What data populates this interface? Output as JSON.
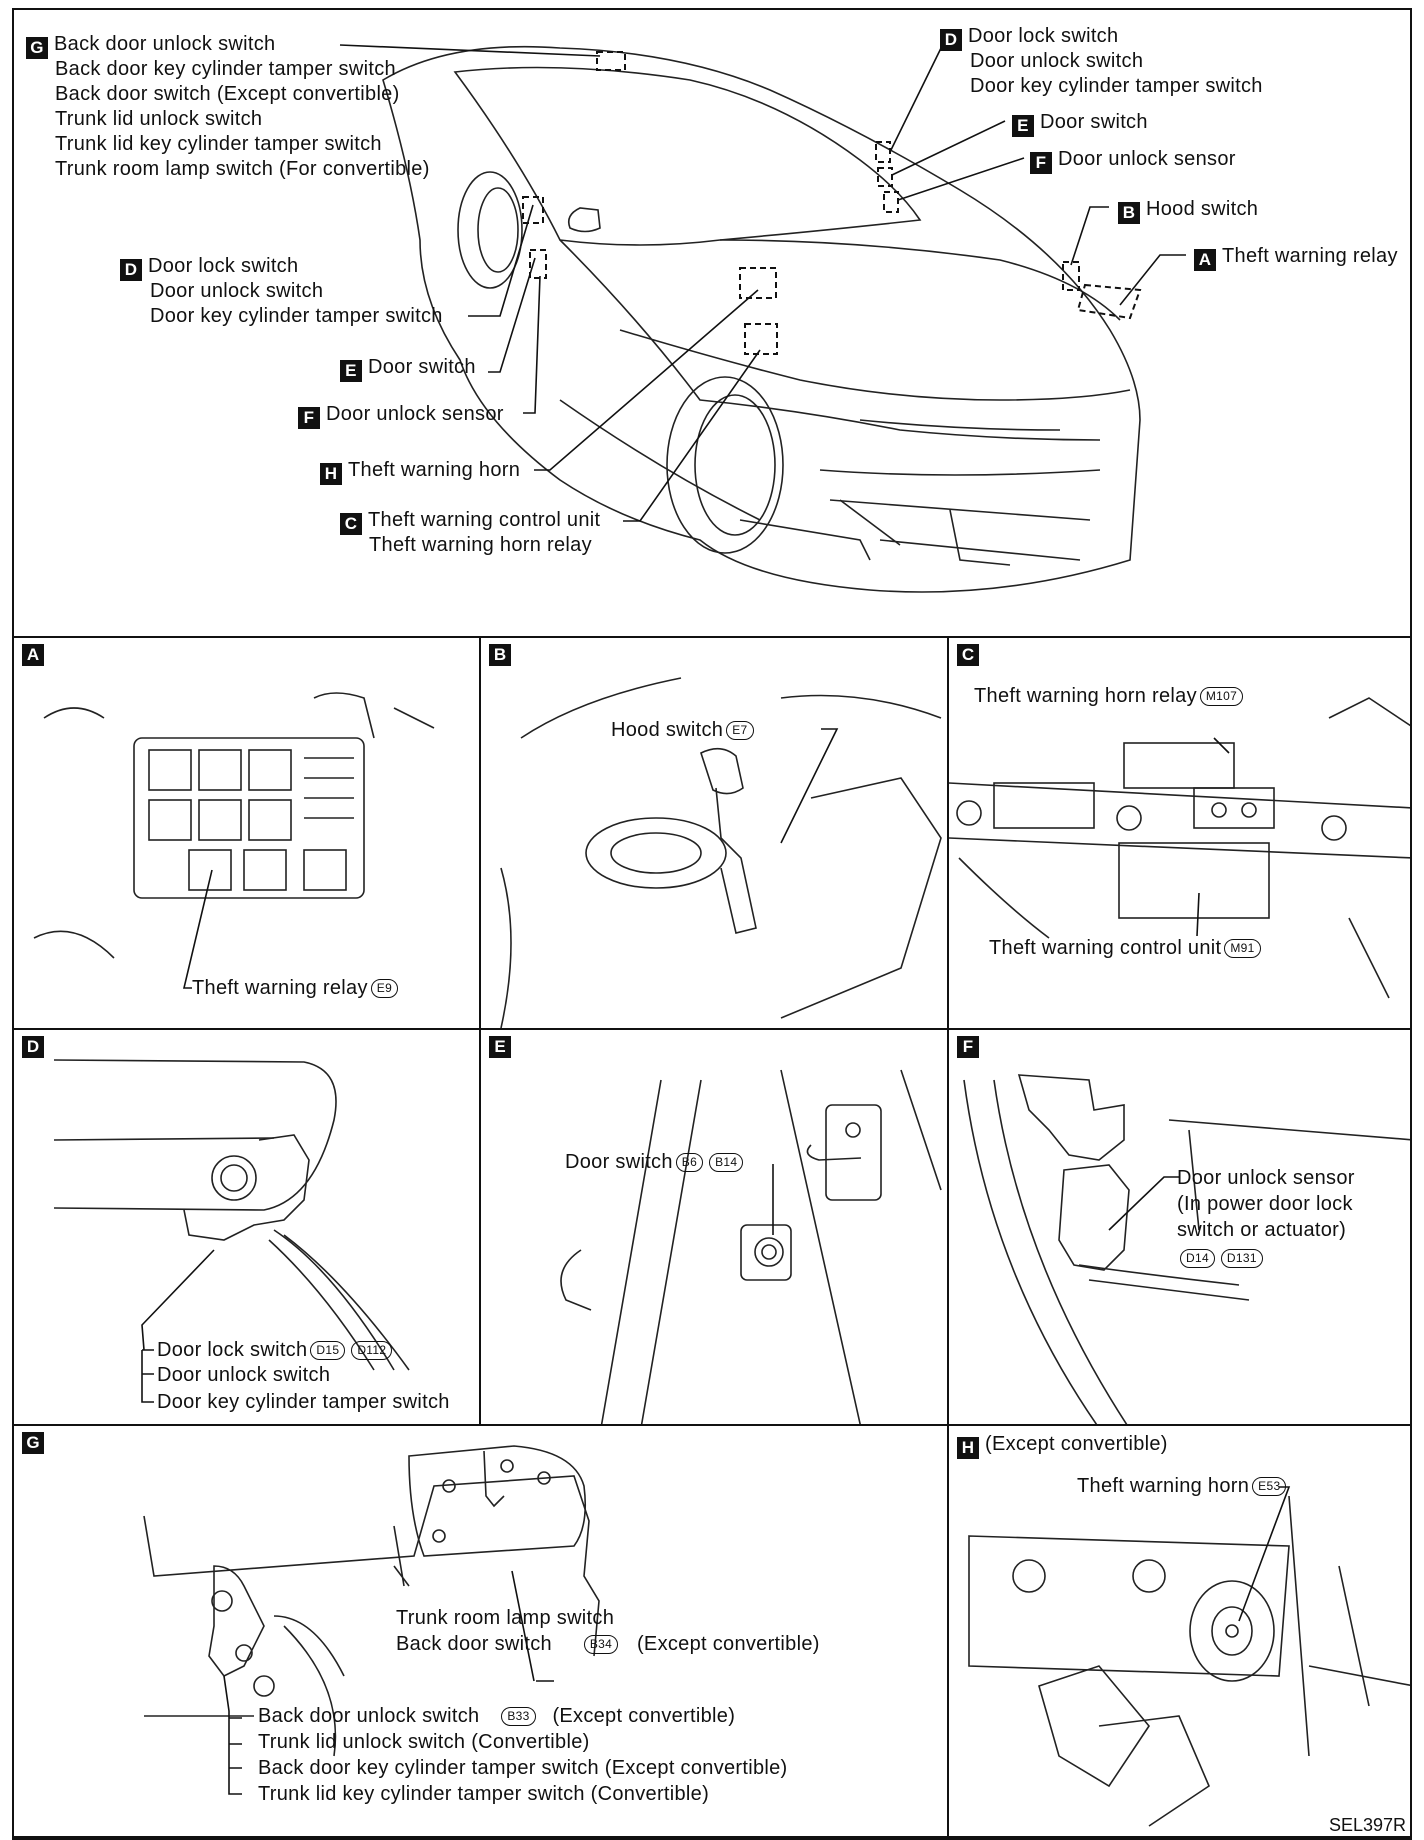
{
  "overview": {
    "g_label": "G",
    "g_lines": [
      "Back door unlock switch",
      "Back door key cylinder tamper switch",
      "Back door switch (Except convertible)",
      "Trunk lid unlock switch",
      "Trunk lid key cylinder tamper switch",
      "Trunk room lamp switch (For convertible)"
    ],
    "d_label": "D",
    "d_lines": [
      "Door lock switch",
      "Door unlock switch",
      "Door key cylinder tamper switch"
    ],
    "e_label": "E",
    "e_text": "Door switch",
    "f_label": "F",
    "f_text": "Door unlock sensor",
    "b_label": "B",
    "b_text": "Hood switch",
    "a_label": "A",
    "a_text": "Theft warning relay",
    "h_label": "H",
    "h_text": "Theft warning horn",
    "c_label": "C",
    "c_lines": [
      "Theft warning control unit",
      "Theft warning horn relay"
    ]
  },
  "panels": {
    "a": {
      "label": "A",
      "text": "Theft warning relay",
      "conn": "E9"
    },
    "b": {
      "label": "B",
      "text": "Hood switch",
      "conn": "E7"
    },
    "c": {
      "label": "C",
      "relay_text": "Theft warning horn relay",
      "relay_conn": "M107",
      "unit_text": "Theft warning control unit",
      "unit_conn": "M91"
    },
    "d": {
      "label": "D",
      "lines": [
        "Door lock switch",
        "Door unlock switch",
        "Door key cylinder tamper switch"
      ],
      "conn1": "D15",
      "conn2": "D112"
    },
    "e": {
      "label": "E",
      "text": "Door switch",
      "conn1": "B6",
      "conn2": "B14"
    },
    "f": {
      "label": "F",
      "lines": [
        "Door unlock sensor",
        "(In power door lock",
        "switch or actuator)"
      ],
      "conn1": "D14",
      "conn2": "D131"
    },
    "g": {
      "label": "G",
      "trunk_lamp": "Trunk room lamp switch",
      "back_door_switch": "Back door switch",
      "back_door_conn": "B34",
      "back_door_note": "(Except convertible)",
      "lines": [
        "Back door unlock switch",
        "Trunk lid unlock switch (Convertible)",
        "Back door key cylinder tamper switch (Except convertible)",
        "Trunk lid key cylinder tamper switch (Convertible)"
      ],
      "unlock_conn": "B33",
      "unlock_note": "(Except convertible)"
    },
    "h": {
      "label": "H",
      "note": "(Except convertible)",
      "text": "Theft warning horn",
      "conn": "E53"
    }
  },
  "figure_id": "SEL397R"
}
